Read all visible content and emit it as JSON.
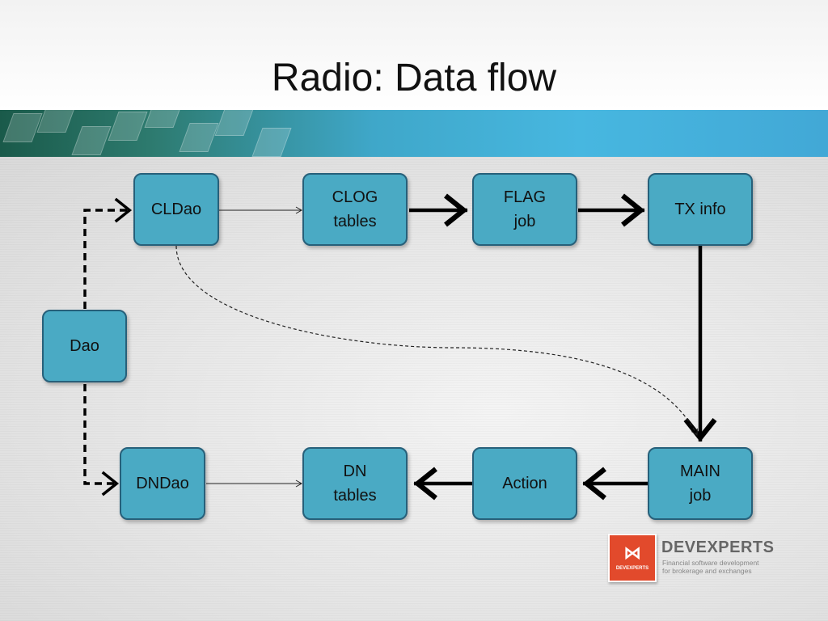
{
  "slide": {
    "title": "Radio: Data flow"
  },
  "nodes": {
    "cldao": "CLDao",
    "clog_tables": "CLOG\ntables",
    "flag_job": "FLAG\njob",
    "tx_info": "TX info",
    "dao": "Dao",
    "dndao": "DNDao",
    "dn_tables": "DN\ntables",
    "action": "Action",
    "main_job": "MAIN\njob"
  },
  "logo": {
    "name": "DEVEXPERTS",
    "small_label": "DEVEXPERTS",
    "tagline": "Financial software development\nfor brokerage and exchanges"
  },
  "colors": {
    "node_fill": "#4aaac4",
    "node_border": "#27607a",
    "logo_red": "#e24a2c"
  }
}
